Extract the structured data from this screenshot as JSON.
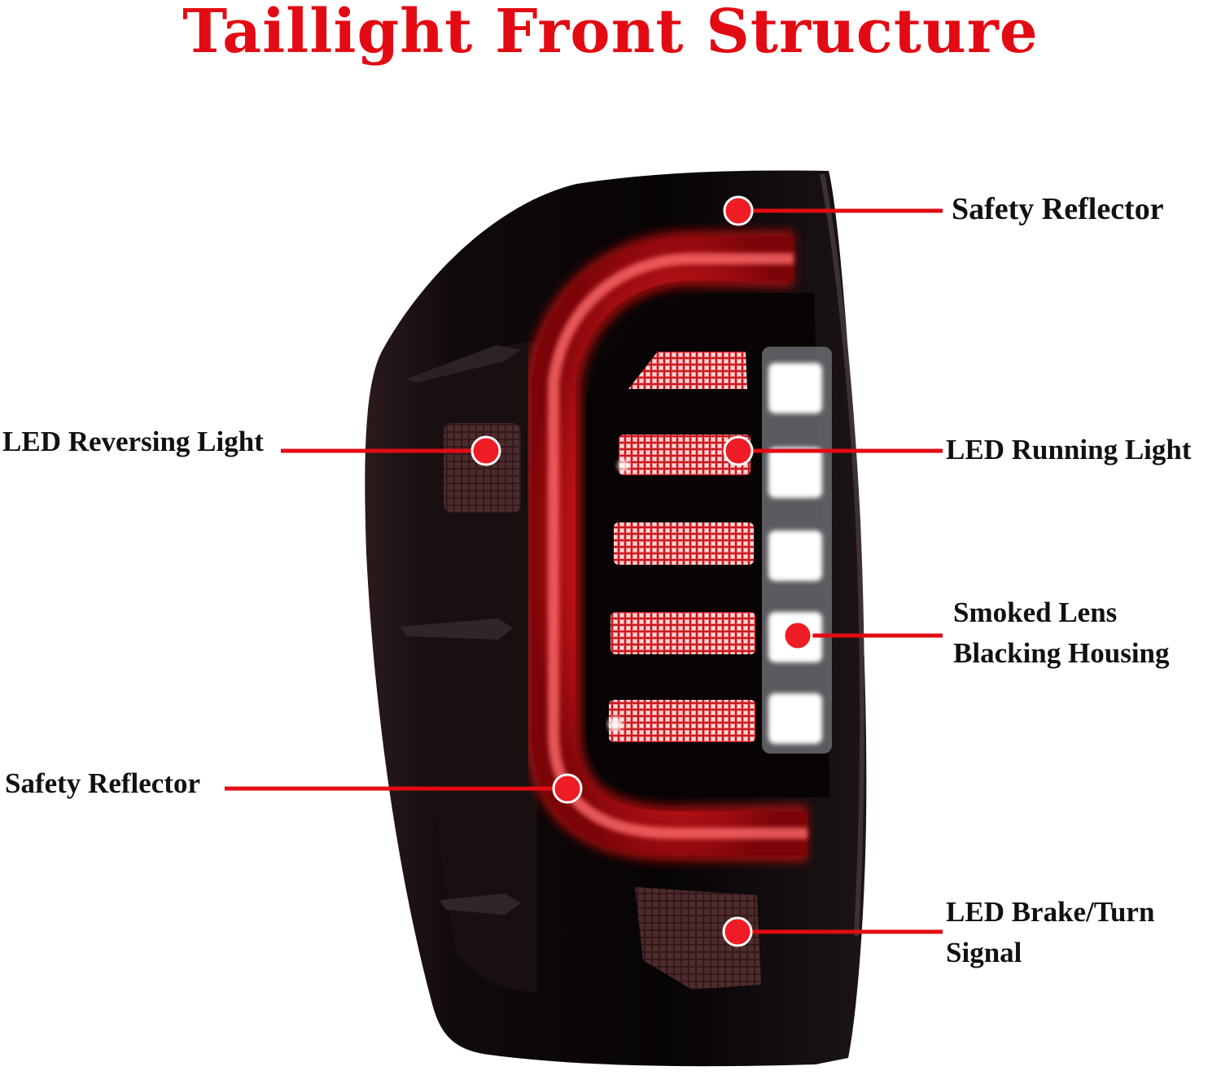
{
  "title": "Taillight Front Structure",
  "colors": {
    "title": "#e30b13",
    "callout": "#e30b13",
    "housing": "#0b0708",
    "light_bar": "#ff2a2a",
    "running_light": "#ffffff"
  },
  "callouts": {
    "safety_reflector_top": "Safety Reflector",
    "led_reversing_light": "LED Reversing Light",
    "led_running_light": "LED Running Light",
    "smoked_lens_line1": "Smoked Lens",
    "smoked_lens_line2": "Blacking Housing",
    "safety_reflector_bottom": "Safety Reflector",
    "brake_turn_line1": "LED Brake/Turn",
    "brake_turn_line2": "Signal"
  }
}
